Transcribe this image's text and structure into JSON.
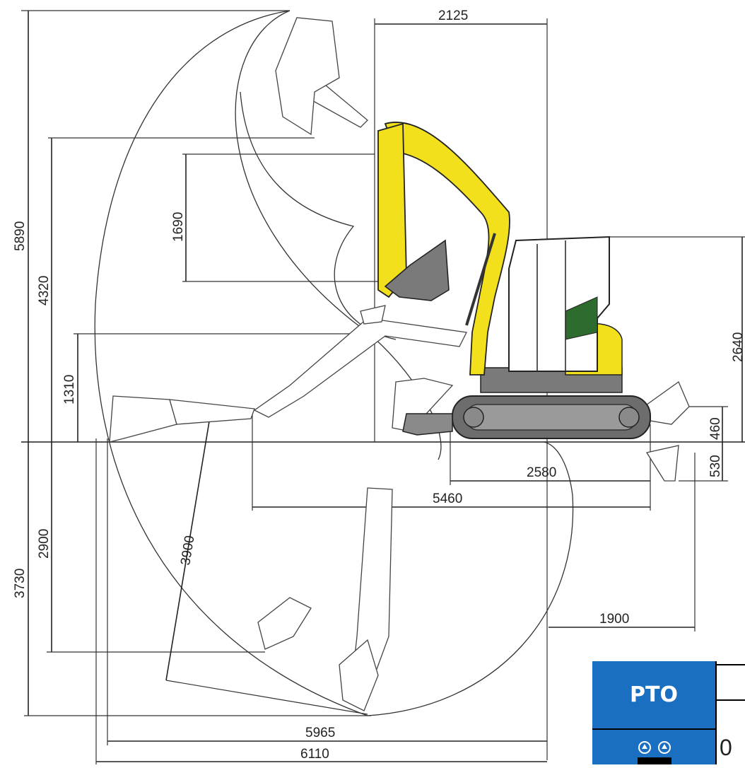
{
  "dimensions": {
    "d2125": "2125",
    "d5890": "5890",
    "d4320": "4320",
    "d1690": "1690",
    "d1310": "1310",
    "d2640": "2640",
    "d460": "460",
    "d530": "530",
    "d2580": "2580",
    "d5460": "5460",
    "d2900": "2900",
    "d3730": "3730",
    "d3900": "3900",
    "d1900": "1900",
    "d5965": "5965",
    "d6110": "6110"
  },
  "pto": {
    "label": "PTO",
    "row_value": "0"
  },
  "colors": {
    "machine_yellow": "#f2e01c",
    "cab_green": "#2e6b2e",
    "track_grey": "#6d6d6d",
    "pto_blue": "#1a6fc1"
  }
}
